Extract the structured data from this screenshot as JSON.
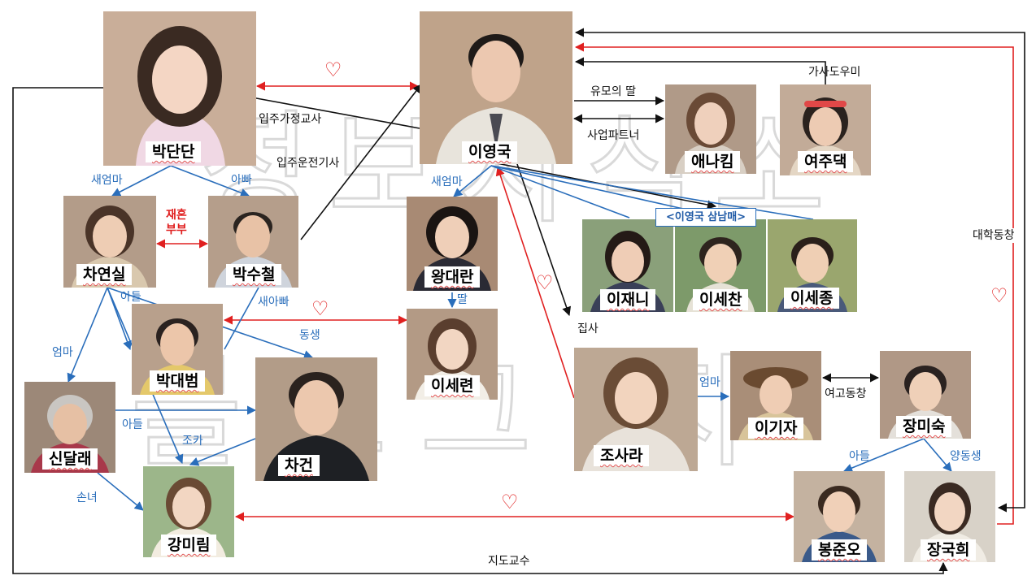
{
  "colors": {
    "blue": "#2a6ebb",
    "red": "#e02020",
    "black": "#111111"
  },
  "people": {
    "park_dandan": "박단단",
    "lee_younggook": "이영국",
    "anna_kim": "애나킴",
    "yeojudaek": "여주댁",
    "cha_yeonsil": "차연실",
    "park_sucheol": "박수철",
    "wang_daeran": "왕대란",
    "lee_jaeni": "이재니",
    "lee_sechan": "이세찬",
    "lee_sejong": "이세종",
    "park_daebeom": "박대범",
    "lee_seryeon": "이세련",
    "shin_dallae": "신달래",
    "cha_geon": "차건",
    "jo_sara": "조사라",
    "lee_gija": "이기자",
    "jang_misuk": "장미숙",
    "gang_mirim": "강미림",
    "bong_juno": "봉준오",
    "jang_gukhui": "장국희"
  },
  "relations": {
    "ipju_tutor": "입주가정교사",
    "ipju_driver": "입주운전기사",
    "stepmom_dandan": "새엄마",
    "dad": "아빠",
    "remarried": "재혼\n부부",
    "son_yeonsil": "아들",
    "son_in_law": "새아빠",
    "younger_sibling": "동생",
    "mom": "엄마",
    "son_dallae": "아들",
    "nephew": "조카",
    "granddaughter": "손녀",
    "stepmom_younggook": "새엄마",
    "daughter": "딸",
    "nanny_daughter": "유모의 딸",
    "business_partner": "사업파트너",
    "housekeeper": "가사도우미",
    "butler": "집사",
    "mom_sara": "엄마",
    "girls_hs_classmates": "여고동창",
    "son_misuk": "아들",
    "younger_sister": "양동생",
    "college_classmates": "대학동창",
    "advisor": "지도교수",
    "siblings_box": "<이영국 삼남매>"
  },
  "watermark": {
    "line1": "정보지식소",
    "line2": "블로그 지"
  }
}
